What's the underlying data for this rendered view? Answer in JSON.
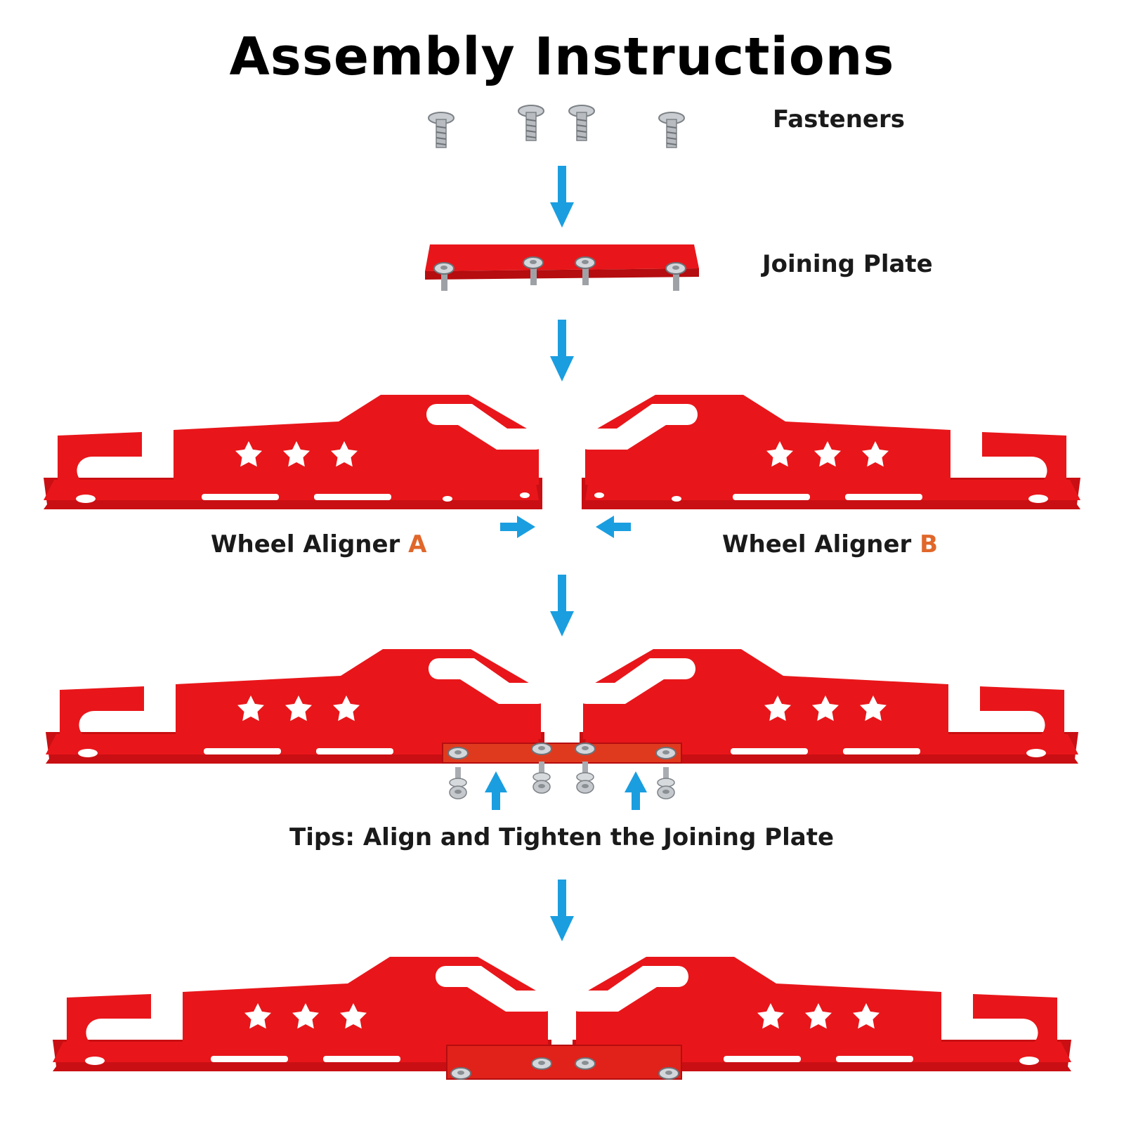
{
  "title": "Assembly Instructions",
  "labels": {
    "fasteners": "Fasteners",
    "joining_plate": "Joining Plate",
    "aligner_a_text": "Wheel Aligner",
    "aligner_a_letter": "A",
    "aligner_b_text": "Wheel Aligner",
    "aligner_b_letter": "B",
    "tips": "Tips: Align and Tighten the Joining Plate"
  },
  "colors": {
    "part_red": "#e8161a",
    "arrow_blue": "#1a9ee0",
    "accent_orange": "#e0672a"
  },
  "steps": [
    "fasteners",
    "joining-plate",
    "separate-aligners",
    "aligned-with-plate",
    "assembled"
  ]
}
